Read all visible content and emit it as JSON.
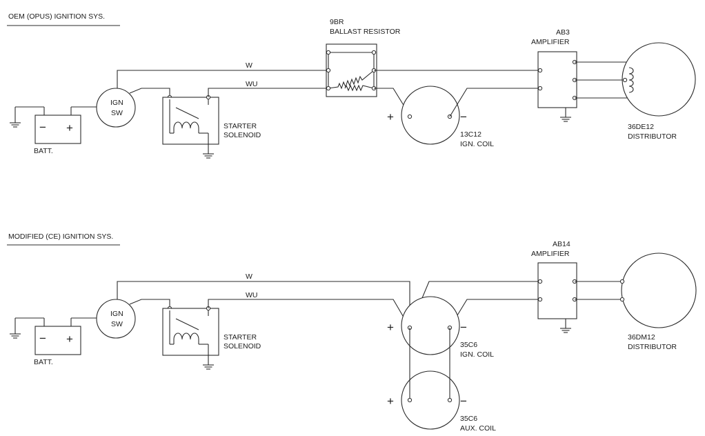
{
  "oem": {
    "title": "OEM (OPUS) IGNITION SYS.",
    "battery": {
      "label": "BATT.",
      "minus": "−",
      "plus": "+"
    },
    "ign_switch": {
      "line1": "IGN",
      "line2": "SW"
    },
    "solenoid": {
      "line1": "STARTER",
      "line2": "SOLENOID"
    },
    "ballast": {
      "line1": "9BR",
      "line2": "BALLAST RESISTOR"
    },
    "wire_w": "W",
    "wire_wu": "WU",
    "coil": {
      "line1": "13C12",
      "line2": "IGN. COIL",
      "plus": "+",
      "minus": "−"
    },
    "amplifier": {
      "line1": "AB3",
      "line2": "AMPLIFIER"
    },
    "distributor": {
      "line1": "36DE12",
      "line2": "DISTRIBUTOR"
    }
  },
  "modified": {
    "title": "MODIFIED (CE) IGNITION SYS.",
    "battery": {
      "label": "BATT.",
      "minus": "−",
      "plus": "+"
    },
    "ign_switch": {
      "line1": "IGN",
      "line2": "SW"
    },
    "solenoid": {
      "line1": "STARTER",
      "line2": "SOLENOID"
    },
    "wire_w": "W",
    "wire_wu": "WU",
    "coil": {
      "line1": "35C6",
      "line2": "IGN. COIL",
      "plus": "+",
      "minus": "−"
    },
    "aux_coil": {
      "line1": "35C6",
      "line2": "AUX. COIL",
      "plus": "+",
      "minus": "−"
    },
    "amplifier": {
      "line1": "AB14",
      "line2": "AMPLIFIER"
    },
    "distributor": {
      "line1": "36DM12",
      "line2": "DISTRIBUTOR"
    }
  }
}
